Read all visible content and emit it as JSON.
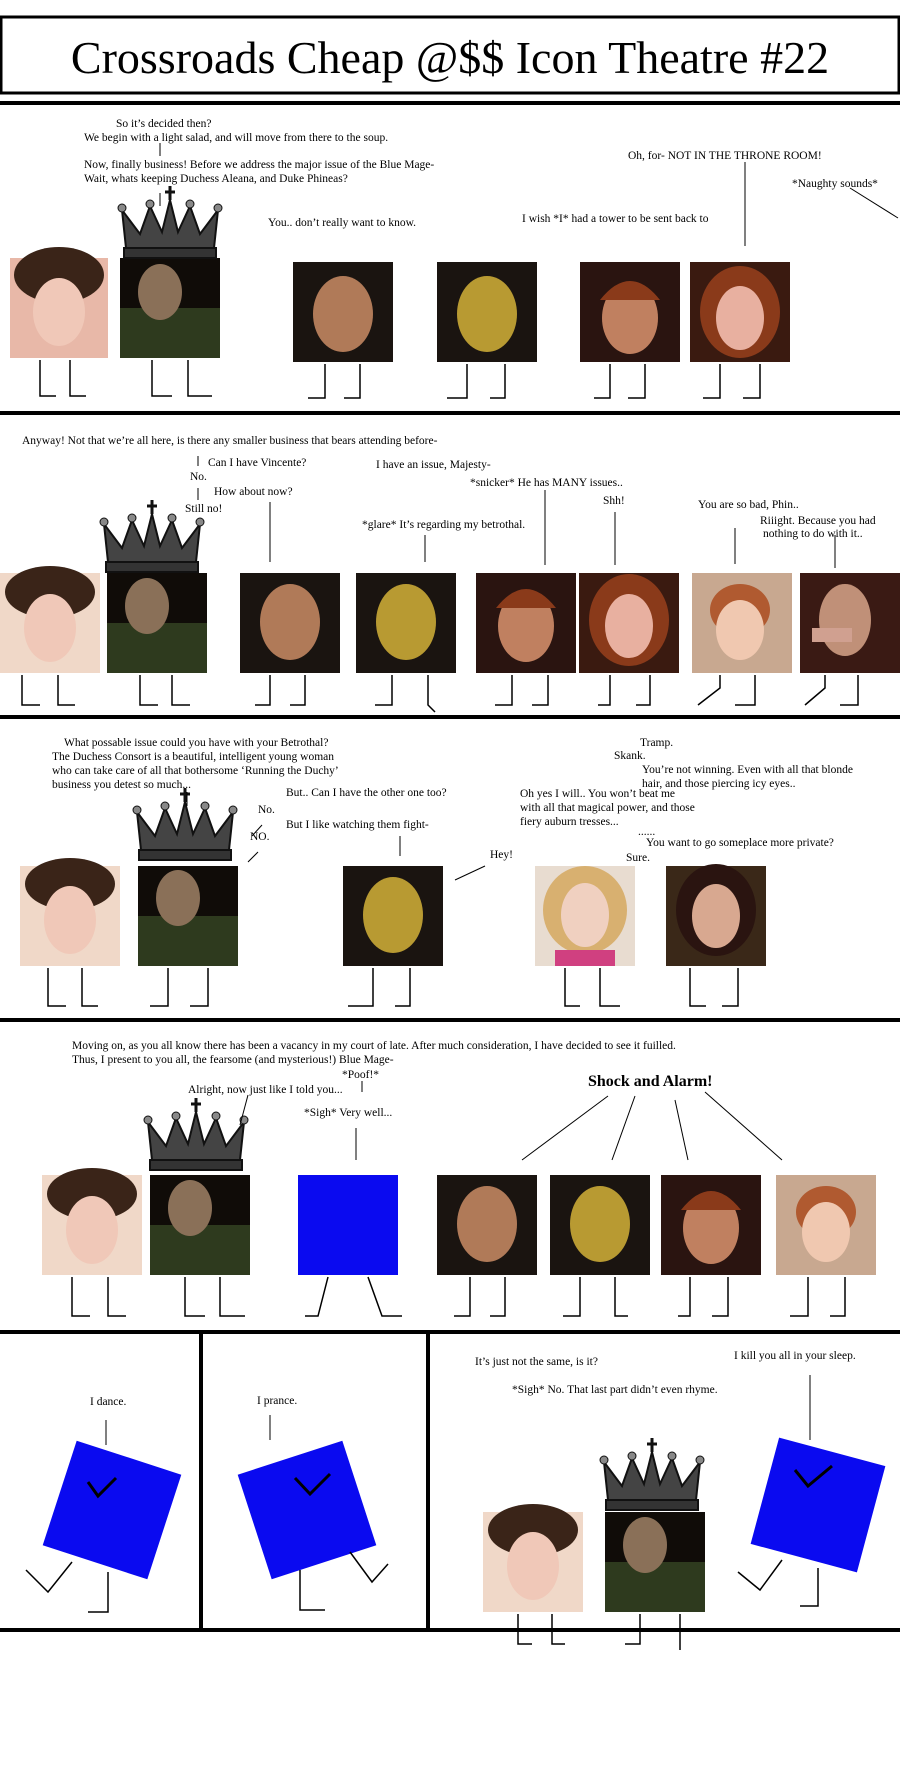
{
  "title": "Crossroads Cheap @$$ Icon Theatre  #22",
  "colors": {
    "blue_mage": "#0a0af0",
    "gold_face": "#b89a32",
    "pale_face": "#e8b8a8",
    "red_hair": "#8a3a1a",
    "dark_bg": "#1a1410",
    "panel_border": "#000000"
  },
  "panel1": {
    "king_1": "So it’s decided then?",
    "king_2": "We begin with a light salad, and will move from there to the soup.",
    "king_3": "Now, finally business!  Before we address the major issue of the Blue Mage-",
    "king_4": "Wait, whats keeping Duchess Aleana, and Duke Phineas?",
    "woman": "You.. don’t really want to know.",
    "tower": "I wish *I* had a tower to be sent back to",
    "redhead": "Oh, for-  NOT IN THE THRONE ROOM!",
    "offscreen": "*Naughty sounds*"
  },
  "panel2": {
    "king_1": "Anyway!  Not that we’re all here, is there any smaller business that bears attending before-",
    "ask_1": "Can I have Vincente?",
    "no": "No.",
    "ask_2": "How about now?",
    "still_no": "Still no!",
    "issue": "I have an issue, Majesty-",
    "snicker": "*snicker* He has MANY issues..",
    "glare": "*glare* It’s regarding my betrothal.",
    "shh": "Shh!",
    "bad": "You are so bad, Phin..",
    "riiight_1": "Riiight.  Because you had",
    "riiight_2": "nothing to do with it.."
  },
  "panel3": {
    "king_1": "What possable issue could you have with your Betrothal?",
    "king_2": "The Duchess Consort is a beautiful, intelligent young woman",
    "king_3": "who can take care of all that bothersome ‘Running the Duchy’",
    "king_4": "business you detest so much...",
    "but": "But.. Can I have the other one too?",
    "no": "No.",
    "no2": "NO.",
    "fight": "But I like watching them fight-",
    "hey": "Hey!",
    "tramp": "Tramp.",
    "skank": "Skank.",
    "winning_1": "You’re not winning.  Even with all that blonde",
    "winning_2": "hair, and those piercing icy eyes..",
    "will_1": "Oh yes I will..  You won’t beat me",
    "will_2": "with all that magical power, and those",
    "will_3": "fiery auburn tresses...",
    "dots": "......",
    "private": "You want to go someplace more private?",
    "sure": "Sure."
  },
  "panel4": {
    "king_1": "Moving on, as you all know there has been a vacancy in my court of late.  After much consideration, I have decided to see it fuilled.",
    "king_2": "Thus, I present to you all, the fearsome (and mysterious!) Blue Mage-",
    "poof": "*Poof!*",
    "alright": "Alright, now just like I told you...",
    "sigh": "*Sigh* Very well...",
    "shock": "Shock and Alarm!"
  },
  "panel5": {
    "dance": "I dance."
  },
  "panel6": {
    "prance": "I prance."
  },
  "panel7": {
    "same": "It’s just not the same, is it?",
    "rhyme": "*Sigh* No.  That last part didn’t even rhyme.",
    "kill": "I kill you all in your sleep."
  }
}
